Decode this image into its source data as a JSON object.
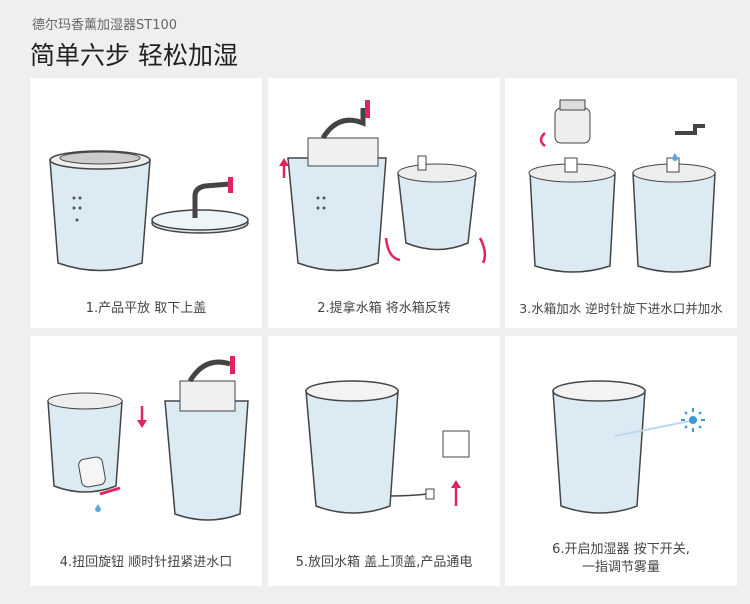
{
  "header": {
    "subtitle": "德尔玛香薰加湿器ST100",
    "title": "简单六步 轻松加湿"
  },
  "steps": [
    {
      "caption": "1.产品平放 取下上盖"
    },
    {
      "caption": "2.提拿水箱 将水箱反转"
    },
    {
      "caption": "3.水箱加水 逆时针旋下进水口并加水"
    },
    {
      "caption": "4.扭回旋钮 顺时针扭紧进水口"
    },
    {
      "caption": "5.放回水箱 盖上顶盖,产品通电"
    },
    {
      "caption_line1": "6.开启加湿器 按下开关,",
      "caption_line2": "一指调节雾量"
    }
  ],
  "colors": {
    "accent": "#e0245e",
    "tank": "#dcebf3",
    "outline": "#444444"
  }
}
